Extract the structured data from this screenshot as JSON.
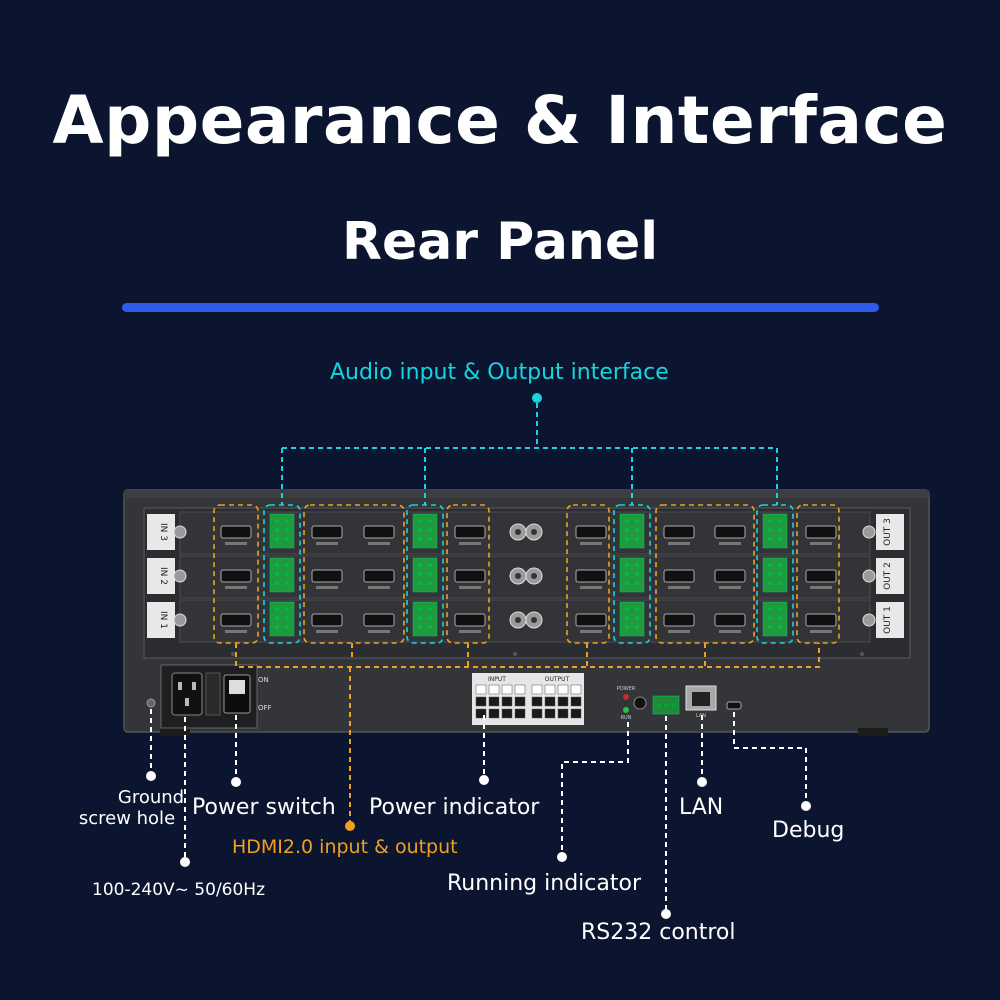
{
  "header": {
    "title": "Appearance & Interface",
    "subtitle": "Rear Panel"
  },
  "callouts": {
    "audio": "Audio input & Output interface",
    "ground_line1": "Ground",
    "ground_line2": "screw hole",
    "power_switch": "Power switch",
    "power_indicator": "Power indicator",
    "lan": "LAN",
    "debug": "Debug",
    "hdmi": "HDMI2.0 input & output",
    "voltage": "100-240V~ 50/60Hz",
    "running_indicator": "Running indicator",
    "rs232": "RS232 control"
  },
  "panel": {
    "slot_labels_left": [
      "IN 3",
      "IN 2",
      "IN 1"
    ],
    "slot_labels_right": [
      "OUT 3",
      "OUT 2",
      "OUT 1"
    ],
    "switch_on": "ON",
    "switch_off": "OFF",
    "input_header": "INPUT",
    "output_header": "OUTPUT",
    "lan_port_label": "LAN",
    "power_led_label": "POWER",
    "run_led_label": "RUN"
  },
  "colors": {
    "background": "#0c1530",
    "divider": "#2e5bea",
    "audio_callout": "#17d4e0",
    "hdmi_callout": "#f0a020",
    "text": "#ffffff"
  }
}
